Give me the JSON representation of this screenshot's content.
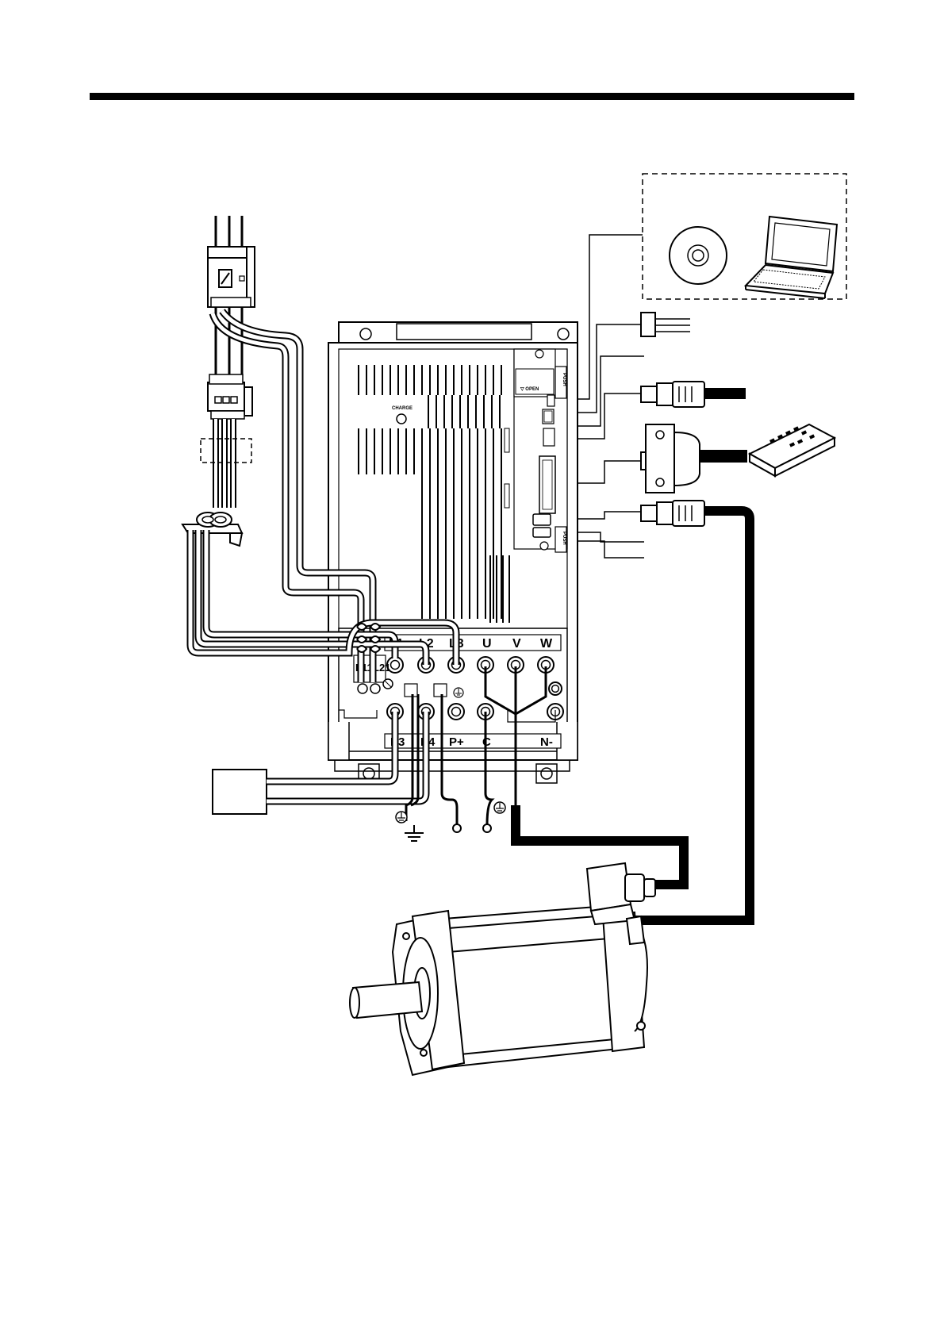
{
  "main_terminals": {
    "l1": "L1",
    "l2": "L2",
    "l3": "L3",
    "u": "U",
    "v": "V",
    "w": "W"
  },
  "control_terminals": {
    "l11": "L11",
    "l21": "L21"
  },
  "dc_terminals": {
    "p3": "P3",
    "p4": "P4",
    "p_plus": "P+",
    "c": "C",
    "n_minus": "N-"
  },
  "panel_markings": {
    "charge": "CHARGE",
    "open": "▽ OPEN",
    "push_top": "PUSH",
    "push_bottom": "PUSH"
  },
  "colors": {
    "line": "#000000",
    "background": "#ffffff"
  }
}
